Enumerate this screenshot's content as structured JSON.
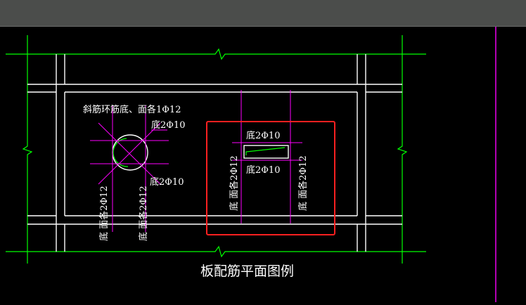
{
  "window": {
    "toolbar_color": "#4b4d4b",
    "background_color": "#000000"
  },
  "drawing": {
    "title": "板配筋平面图例",
    "colors": {
      "beam_lines": "#ffffff",
      "grid_axes": "#00ff00",
      "rebar_lines": "#ff00ff",
      "highlight_box": "#ff2020",
      "circle_inner": "#00ff00"
    },
    "labels": {
      "hole_oblique_bars": "斜筋环筋底、面各1Φ12",
      "hole_top_bottom": "底2Φ10",
      "hole_right_bottom": "底2Φ10",
      "hole_vert_left": "底 面各2Φ12",
      "hole_vert_right": "底 面各2Φ12",
      "rect_top": "底2Φ10",
      "rect_bottom": "底2Φ10",
      "rect_vert_left": "底 面各2Φ12",
      "rect_vert_right": "底 面各2Φ12"
    }
  }
}
